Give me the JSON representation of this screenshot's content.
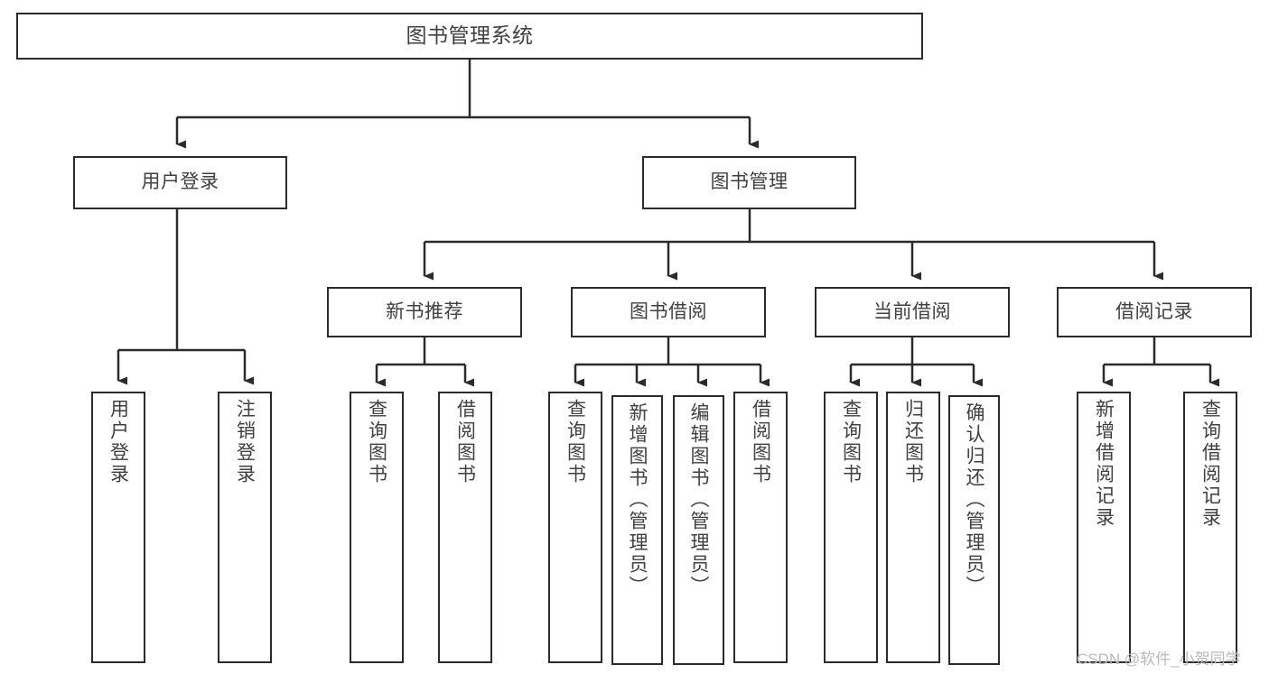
{
  "diagram": {
    "title": "图书管理系统",
    "type": "tree-hierarchy",
    "watermark": "CSDN @软件_小贺同学",
    "colors": {
      "background": "#ffffff",
      "box_border": "#2b2b2b",
      "box_fill": "#ffffff",
      "text": "#404040",
      "edge": "#2b2b2b",
      "watermark": "#b9b9b9"
    },
    "nodes": {
      "root": {
        "label": "图书管理系统"
      },
      "level2": [
        {
          "id": "user-login",
          "label": "用户登录"
        },
        {
          "id": "book-manage",
          "label": "图书管理"
        }
      ],
      "level3": [
        {
          "id": "new-book-recommend",
          "label": "新书推荐"
        },
        {
          "id": "book-borrow",
          "label": "图书借阅"
        },
        {
          "id": "current-borrow",
          "label": "当前借阅"
        },
        {
          "id": "borrow-record",
          "label": "借阅记录"
        }
      ],
      "leaves": {
        "user_login": [
          {
            "id": "leaf-user-login",
            "label": "用户登录"
          },
          {
            "id": "leaf-logout",
            "label": "注销登录"
          }
        ],
        "new_book_recommend": [
          {
            "id": "leaf-query-book-1",
            "label": "查询图书"
          },
          {
            "id": "leaf-borrow-book-1",
            "label": "借阅图书"
          }
        ],
        "book_borrow": [
          {
            "id": "leaf-query-book-2",
            "label": "查询图书"
          },
          {
            "id": "leaf-add-book",
            "label": "新增图书（管理员）"
          },
          {
            "id": "leaf-edit-book",
            "label": "编辑图书（管理员）"
          },
          {
            "id": "leaf-borrow-book-2",
            "label": "借阅图书"
          }
        ],
        "current_borrow": [
          {
            "id": "leaf-query-book-3",
            "label": "查询图书"
          },
          {
            "id": "leaf-return-book",
            "label": "归还图书"
          },
          {
            "id": "leaf-confirm-return",
            "label": "确认归还（管理员）"
          }
        ],
        "borrow_record": [
          {
            "id": "leaf-add-record",
            "label": "新增借阅记录"
          },
          {
            "id": "leaf-query-record",
            "label": "查询借阅记录"
          }
        ]
      }
    }
  }
}
